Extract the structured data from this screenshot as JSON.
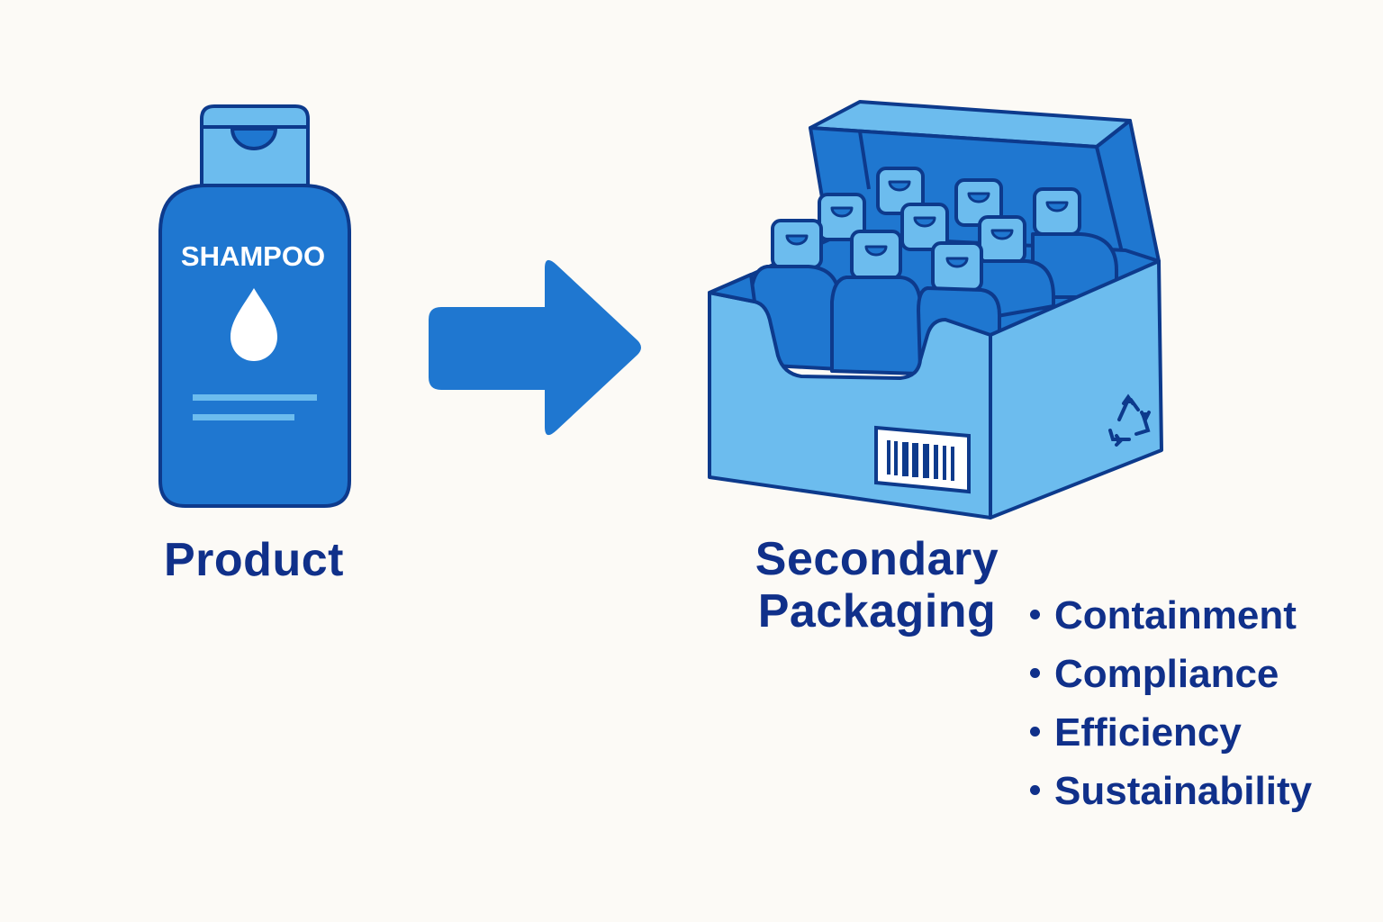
{
  "colors": {
    "background": "#fcfaf6",
    "outline": "#0d3a8c",
    "text": "#10308a",
    "mid_blue": "#1f77d0",
    "light_blue": "#6cbcee"
  },
  "product": {
    "bottle_label": "SHAMPOO",
    "caption": "Product",
    "icons": [
      "shampoo-bottle-icon",
      "water-drop-icon"
    ]
  },
  "arrow": {
    "icon": "right-arrow-icon"
  },
  "secondary": {
    "title_line1": "Secondary",
    "title_line2": "Packaging",
    "icons": [
      "open-box-icon",
      "barcode-icon",
      "recycle-icon"
    ],
    "bottle_count": 9,
    "benefits": [
      "Containment",
      "Compliance",
      "Efficiency",
      "Sustainability"
    ]
  }
}
